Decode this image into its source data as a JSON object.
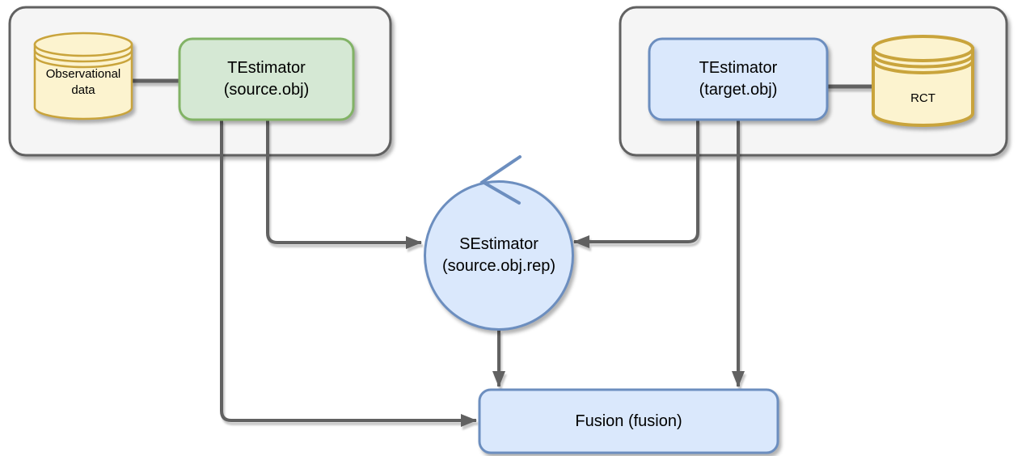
{
  "diagram_type": "flow-diagram",
  "nodes": {
    "obs_data": {
      "label": "Observational\ndata",
      "shape": "cylinder",
      "group": "source"
    },
    "source_estimator": {
      "label": "TEstimator\n(source.obj)",
      "shape": "rounded-rect",
      "group": "source"
    },
    "target_estimator": {
      "label": "TEstimator\n(target.obj)",
      "shape": "rounded-rect",
      "group": "target"
    },
    "rct": {
      "label": "RCT",
      "shape": "cylinder",
      "group": "target"
    },
    "sestimator": {
      "label": "SEstimator\n(source.obj.rep)",
      "shape": "circle-with-loop-arrow",
      "group": "none"
    },
    "fusion": {
      "label": "Fusion (fusion)",
      "shape": "rounded-rect",
      "group": "none"
    }
  },
  "edges": [
    {
      "from": "obs_data",
      "to": "source_estimator",
      "type": "plain-link"
    },
    {
      "from": "target_estimator",
      "to": "rct",
      "type": "plain-link"
    },
    {
      "from": "source_estimator",
      "to": "sestimator",
      "type": "arrow"
    },
    {
      "from": "target_estimator",
      "to": "sestimator",
      "type": "arrow"
    },
    {
      "from": "source_estimator",
      "to": "fusion",
      "type": "arrow"
    },
    {
      "from": "target_estimator",
      "to": "fusion",
      "type": "arrow"
    },
    {
      "from": "sestimator",
      "to": "fusion",
      "type": "arrow"
    }
  ],
  "colors": {
    "green_fill": "#d5e8d4",
    "green_stroke": "#82b366",
    "blue_fill": "#dae8fc",
    "blue_stroke": "#6c8ebf",
    "yellow_fill": "#fcf3cf",
    "yellow_stroke": "#c9a43c",
    "container_fill": "#f5f5f5",
    "container_stroke": "#616161",
    "arrow": "#616161",
    "text": "#000000",
    "background": "#ffffff"
  }
}
